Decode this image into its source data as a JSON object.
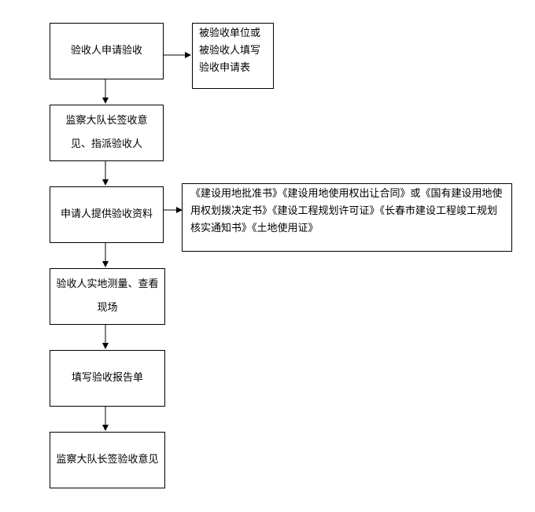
{
  "steps": [
    {
      "text": "验收人申请验收"
    },
    {
      "text": "监察大队长签收意见、指派验收人"
    },
    {
      "text": "申请人提供验收资料"
    },
    {
      "text": "验收人实地测量、查看现场"
    },
    {
      "text": "填写验收报告单"
    },
    {
      "text": "监察大队长签验收意见"
    }
  ],
  "notes": [
    {
      "text": "被验收单位或被验收人填写验收申请表"
    },
    {
      "text": "《建设用地批准书》《建设用地使用权出让合同》或《国有建设用地使用权划拨决定书》《建设工程规划许可证》《长春市建设工程竣工规划核实通知书》《土地使用证》"
    }
  ]
}
